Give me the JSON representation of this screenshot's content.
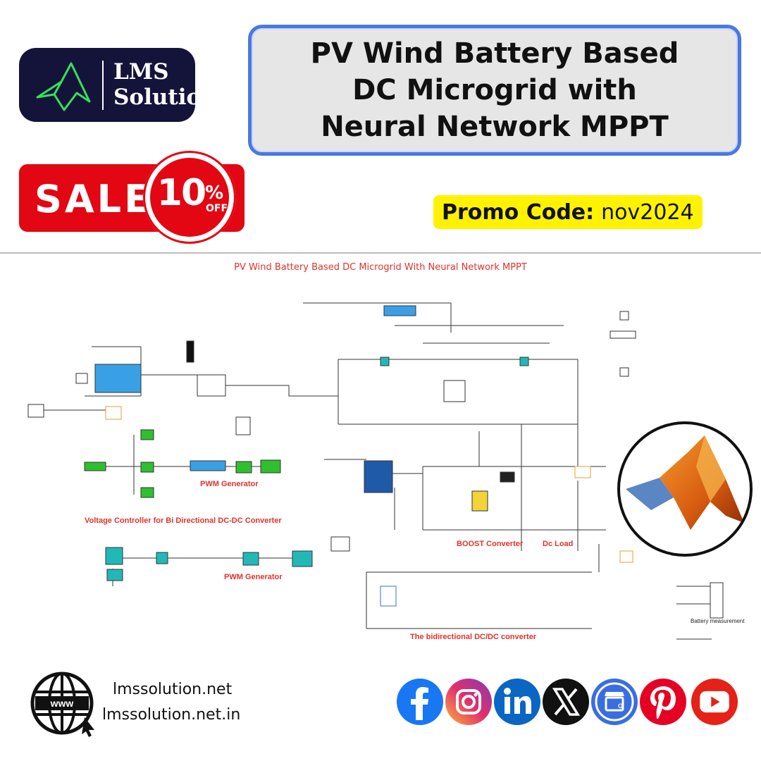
{
  "logo": {
    "line1": "LMS",
    "line2": "Solution"
  },
  "title": {
    "line1": "PV Wind Battery Based",
    "line2": "DC Microgrid with",
    "line3": "Neural Network MPPT"
  },
  "sale": {
    "word": "SALE",
    "number": "10",
    "percent": "%",
    "off": "OFF"
  },
  "promo": {
    "label": "Promo Code:",
    "code": "nov2024"
  },
  "diagram": {
    "title": "PV Wind Battery Based DC Microgrid With Neural Network MPPT",
    "pwm1": "PWM Generator",
    "voltage_controller": "Voltage Controller for Bi Directional DC-DC Converter",
    "pwm2": "PWM Generator",
    "boost": "BOOST Converter",
    "dc_load": "Dc Load",
    "bidirectional": "The bidirectional DC/DC converter",
    "battery_measurement": "Battery measurement"
  },
  "footer": {
    "website1": "lmssolution.net",
    "website2": "lmssolution.net.in",
    "globe_label": "www"
  },
  "social_icons": [
    "facebook-icon",
    "instagram-icon",
    "linkedin-icon",
    "x-icon",
    "google-business-icon",
    "pinterest-icon",
    "youtube-icon"
  ],
  "colors": {
    "logo_bg": "#14143a",
    "title_border": "#4a78e0",
    "sale_red": "#e30613",
    "promo_yellow": "#fff200",
    "diagram_red": "#e0322b"
  }
}
